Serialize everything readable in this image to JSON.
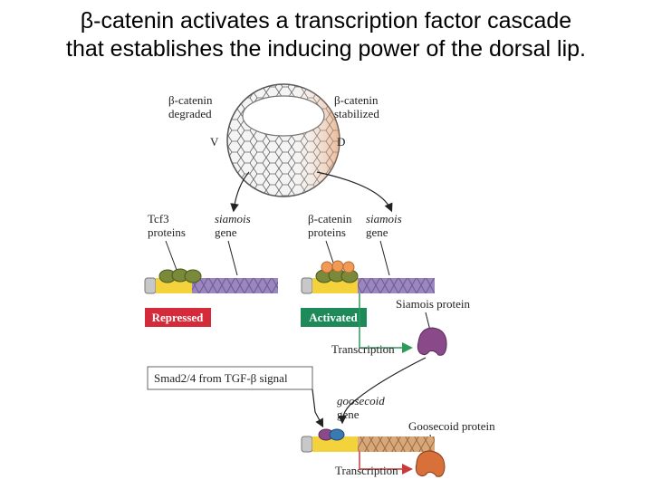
{
  "title": {
    "line1": "β-catenin activates a transcription factor cascade",
    "line2": "that establishes the inducing power of the dorsal lip."
  },
  "embryo": {
    "left_label_1": "β-catenin",
    "left_label_2": "degraded",
    "right_label_1": "β-catenin",
    "right_label_2": "stabilized",
    "ventral": "V",
    "dorsal": "D"
  },
  "left_panel": {
    "protein_1": "Tcf3",
    "protein_2": "proteins",
    "gene_1": "siamois",
    "gene_2": "gene",
    "status": "Repressed",
    "status_color": "#d42a3a"
  },
  "right_panel": {
    "protein_1": "β-catenin",
    "protein_2": "proteins",
    "gene_1": "siamois",
    "gene_2": "gene",
    "status": "Activated",
    "status_color": "#1e8a5a",
    "product": "Siamois protein",
    "transcription": "Transcription"
  },
  "smad": {
    "label": "Smad2/4 from TGF-β signal"
  },
  "goosecoid": {
    "gene_1": "goosecoid",
    "gene_2": "gene",
    "product": "Goosecoid protein",
    "transcription": "Transcription"
  },
  "colors": {
    "gene_purple": "#9b86c0",
    "promoter_yellow": "#f3d23c",
    "tcf_olive": "#7a8a3a",
    "catenin_orange": "#f09a55",
    "siamois_purple": "#8a4a8a",
    "goosecoid_orange": "#d8703a",
    "arrow_green": "#2e9a5a"
  }
}
